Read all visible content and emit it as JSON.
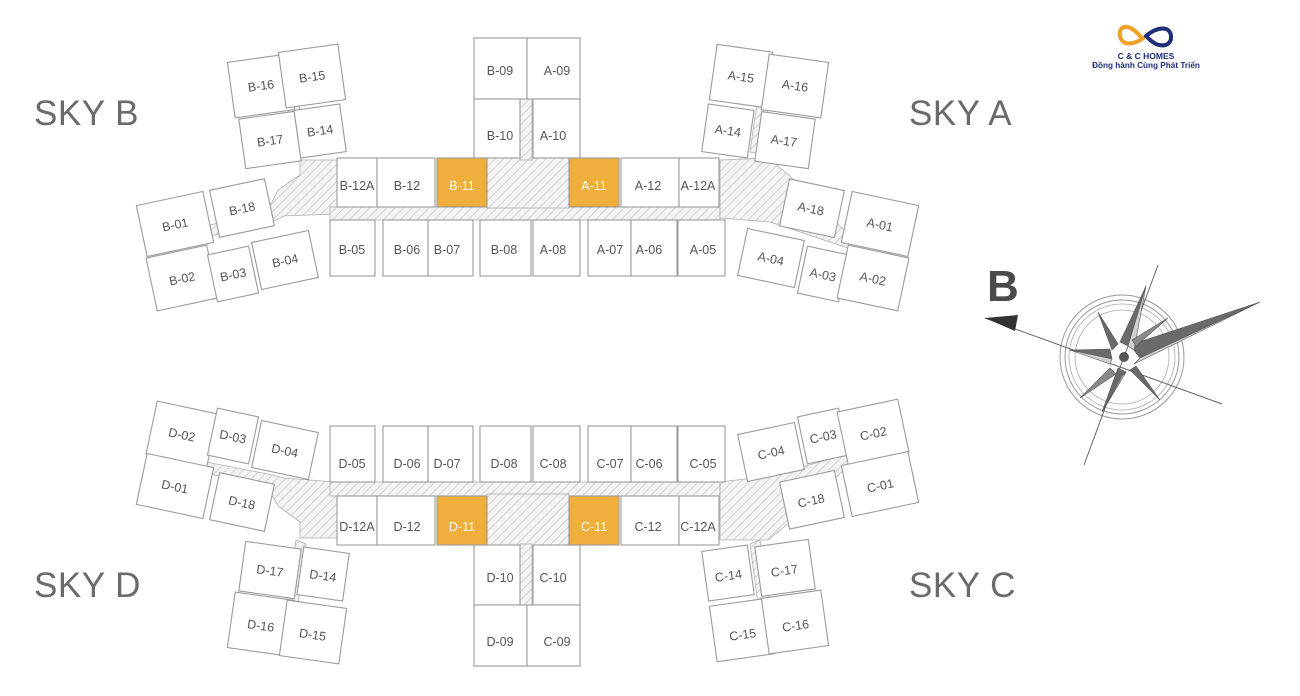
{
  "logo": {
    "name": "C & C HOMES",
    "slogan": "Đồng hành Cùng Phát Triển",
    "colors": [
      "#f2a126",
      "#1d2e7c"
    ]
  },
  "compass": {
    "direction_label": "B",
    "icon": "compass-rose-icon"
  },
  "highlight_color": "#f0ae3c",
  "towers": {
    "sky_a": "SKY A",
    "sky_b": "SKY B",
    "sky_c": "SKY C",
    "sky_d": "SKY D"
  },
  "units": {
    "B_16": "B-16",
    "B_15": "B-15",
    "B_17": "B-17",
    "B_14": "B-14",
    "B_01": "B-01",
    "B_18": "B-18",
    "B_02": "B-02",
    "B_03": "B-03",
    "B_04": "B-04",
    "B_09": "B-09",
    "A_09": "A-09",
    "B_10": "B-10",
    "A_10": "A-10",
    "B_12A": "B-12A",
    "B_12": "B-12",
    "B_11": "B-11",
    "A_11": "A-11",
    "A_12": "A-12",
    "A_12A": "A-12A",
    "B_05": "B-05",
    "B_06": "B-06",
    "B_07": "B-07",
    "B_08": "B-08",
    "A_08": "A-08",
    "A_07": "A-07",
    "A_06": "A-06",
    "A_05": "A-05",
    "A_15": "A-15",
    "A_16": "A-16",
    "A_14": "A-14",
    "A_17": "A-17",
    "A_18": "A-18",
    "A_01": "A-01",
    "A_04": "A-04",
    "A_03": "A-03",
    "A_02": "A-02",
    "D_02": "D-02",
    "D_03": "D-03",
    "D_04": "D-04",
    "D_01": "D-01",
    "D_18": "D-18",
    "D_17": "D-17",
    "D_14": "D-14",
    "D_16": "D-16",
    "D_15": "D-15",
    "D_05": "D-05",
    "D_06": "D-06",
    "D_07": "D-07",
    "D_08": "D-08",
    "C_08": "C-08",
    "C_07": "C-07",
    "C_06": "C-06",
    "C_05": "C-05",
    "D_12A": "D-12A",
    "D_12": "D-12",
    "D_11": "D-11",
    "C_11": "C-11",
    "C_12": "C-12",
    "C_12A": "C-12A",
    "D_10": "D-10",
    "C_10": "C-10",
    "D_09": "D-09",
    "C_09": "C-09",
    "C_04": "C-04",
    "C_03": "C-03",
    "C_02": "C-02",
    "C_01": "C-01",
    "C_18": "C-18",
    "C_14": "C-14",
    "C_17": "C-17",
    "C_15": "C-15",
    "C_16": "C-16"
  },
  "highlighted_units": [
    "B-11",
    "A-11",
    "D-11",
    "C-11"
  ]
}
